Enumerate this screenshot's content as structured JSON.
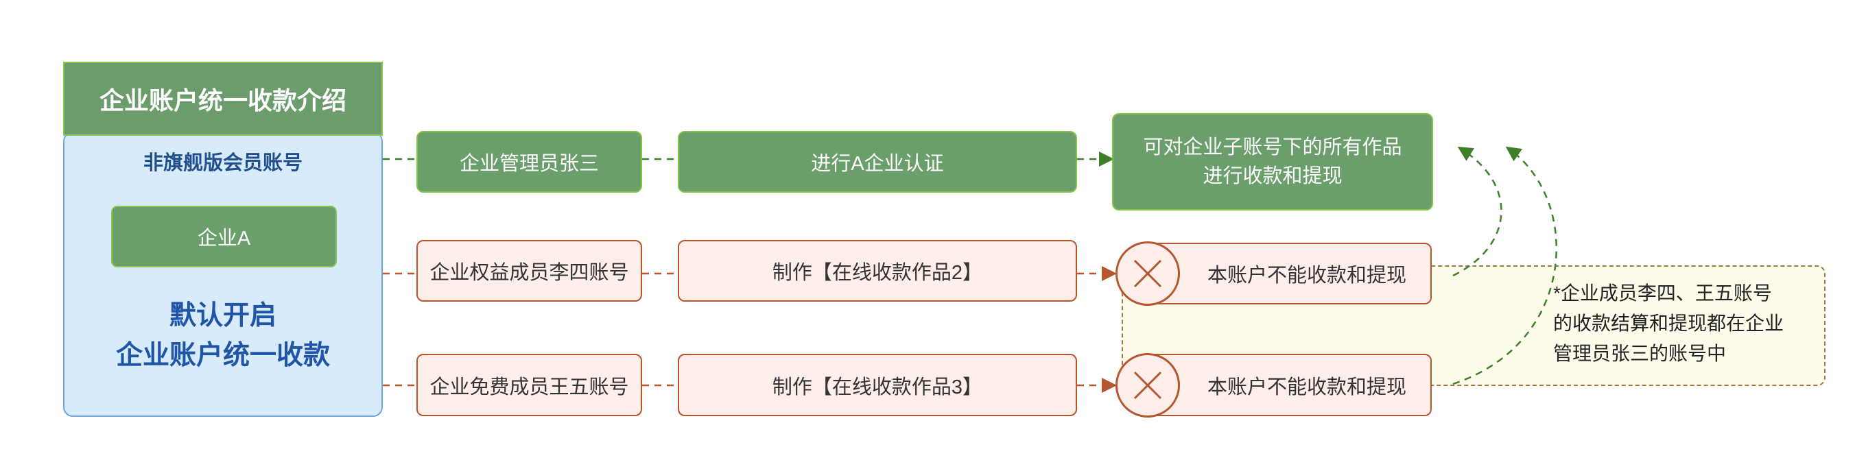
{
  "title": "企业账户统一收款介绍",
  "account_panel": {
    "account_type": "非旗舰版会员账号",
    "company": "企业A",
    "default_line1": "默认开启",
    "default_line2": "企业账户统一收款"
  },
  "rows": [
    {
      "member": "企业管理员张三",
      "action": "进行A企业认证",
      "result_line1": "可对企业子账号下的所有作品",
      "result_line2": "进行收款和提现"
    },
    {
      "member": "企业权益成员李四账号",
      "action": "制作【在线收款作品2】",
      "result": "本账户不能收款和提现"
    },
    {
      "member": "企业免费成员王五账号",
      "action": "制作【在线收款作品3】",
      "result": "本账户不能收款和提现"
    }
  ],
  "note": {
    "line1": "*企业成员李四、王五账号",
    "line2": "的收款结算和提现都在企业",
    "line3": "管理员张三的账号中"
  },
  "icons": {
    "blocked": "close-circle-icon",
    "arrow": "arrow-right-icon"
  },
  "colors": {
    "green_fill": "#6a9f6b",
    "green_border": "#86c447",
    "panel_fill": "#d8ebfb",
    "panel_border": "#6ea5df",
    "red_fill": "#fdeeea",
    "red_border": "#b5562e",
    "note_fill": "#fdfbea",
    "note_border": "#a0793f"
  }
}
